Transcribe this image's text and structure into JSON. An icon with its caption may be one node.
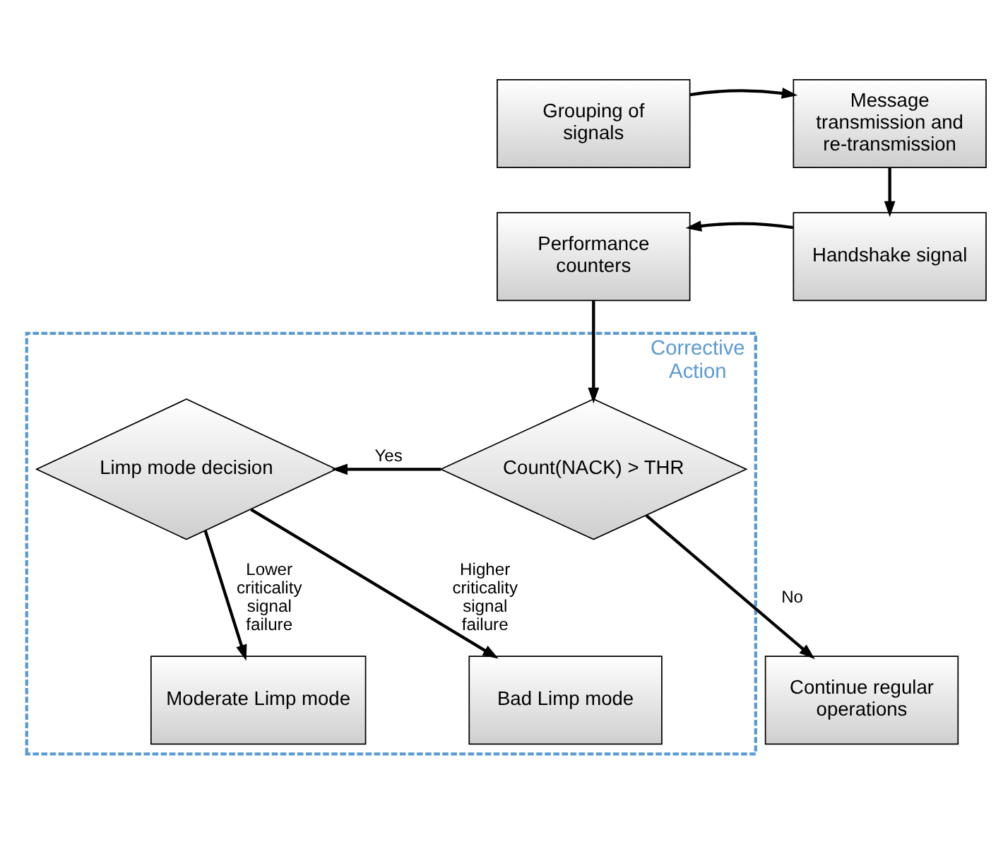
{
  "diagram": {
    "nodes": [
      {
        "text": [
          "Grouping of signals"
        ]
      },
      {
        "text": [
          "Message transmission and re-transmission"
        ]
      },
      {
        "text": [
          "Handshake signal"
        ]
      },
      {
        "text": [
          "Performance counters"
        ]
      },
      {
        "text": [
          "Corrective Action"
        ]
      },
      {
        "text": [
          "Count(NACK) > THR"
        ],
        "in": 4
      },
      {
        "text": [
          "Limp mode decision"
        ],
        "in": 4
      },
      {
        "text": [
          "Continue regular operations"
        ]
      },
      {
        "text": [
          "Bad Limp mode"
        ],
        "in": 4
      },
      {
        "text": [
          "Moderate Limp mode"
        ],
        "in": 4
      }
    ],
    "edges": [
      {
        "from": 0,
        "to": 1,
        "arrow": "to"
      },
      {
        "from": 1,
        "to": 2,
        "arrow": "to"
      },
      {
        "from": 2,
        "to": 3,
        "arrow": "to"
      },
      {
        "from": 3,
        "to": 5,
        "arrow": "to"
      },
      {
        "from": 5,
        "to": 6,
        "arrow": "to",
        "label": "Yes"
      },
      {
        "from": 5,
        "to": 7,
        "arrow": "to",
        "label": "No"
      },
      {
        "from": 6,
        "to": 8,
        "arrow": "to",
        "label": "Higher criticality signal failure"
      },
      {
        "from": 6,
        "to": 9,
        "arrow": "to",
        "label": "Lower criticality signal failure"
      }
    ]
  }
}
